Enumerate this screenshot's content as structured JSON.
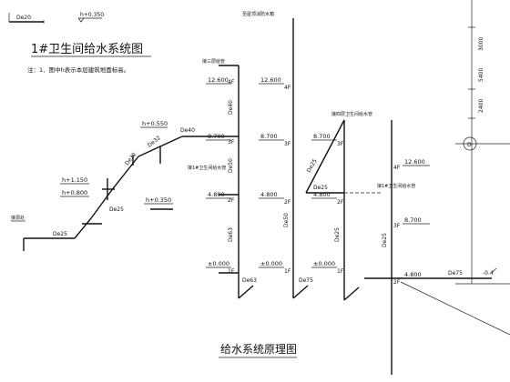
{
  "title": "1#卫生间给水系统图",
  "note": "注：1．图中h表示本层建筑地面标高。",
  "bottom_title": "给水系统原理图",
  "grid_axis": "D",
  "dims": [
    "3000",
    "5400",
    "2400"
  ],
  "left_system": {
    "top_label": "De20",
    "top_level": "h+0.350",
    "levels": [
      "h+0.550",
      "h+1.150",
      "h+0.800",
      "h+0.350"
    ],
    "pipes": [
      "De40",
      "De32",
      "De32",
      "De25",
      "De25"
    ],
    "entry_label": "接源处"
  },
  "riser_1": {
    "header": "接三层给管",
    "floor_levels": [
      "12.600",
      "8.700",
      "4.800",
      "±0.000"
    ],
    "floors": [
      "4F",
      "3F",
      "2F",
      "1F"
    ],
    "pipes": [
      "De40",
      "De50",
      "De63",
      "De63"
    ],
    "branch_note": "接1#卫生间给水管"
  },
  "riser_2": {
    "header": "至屋顶消防水箱",
    "floor_levels": [
      "12.600",
      "8.700",
      "4.800",
      "±0.000"
    ],
    "floors": [
      "4F",
      "3F",
      "2F",
      "1F"
    ],
    "pipes": [
      "De50",
      "De75"
    ]
  },
  "riser_3": {
    "header": "接四层卫生间给水管",
    "floor_levels": [
      "8.700",
      "4.800",
      "±0.000"
    ],
    "floors": [
      "3F",
      "2F",
      "1F"
    ],
    "pipes": [
      "De25",
      "De25",
      "De25"
    ],
    "branch_note": "接1#卫生间给水管"
  },
  "riser_4": {
    "floor_levels": [
      "12.600",
      "8.700",
      "4.800"
    ],
    "floors": [
      "4F",
      "3F",
      "2F"
    ],
    "pipes": [
      "De25",
      "De75"
    ],
    "right_level": "-0.4"
  }
}
